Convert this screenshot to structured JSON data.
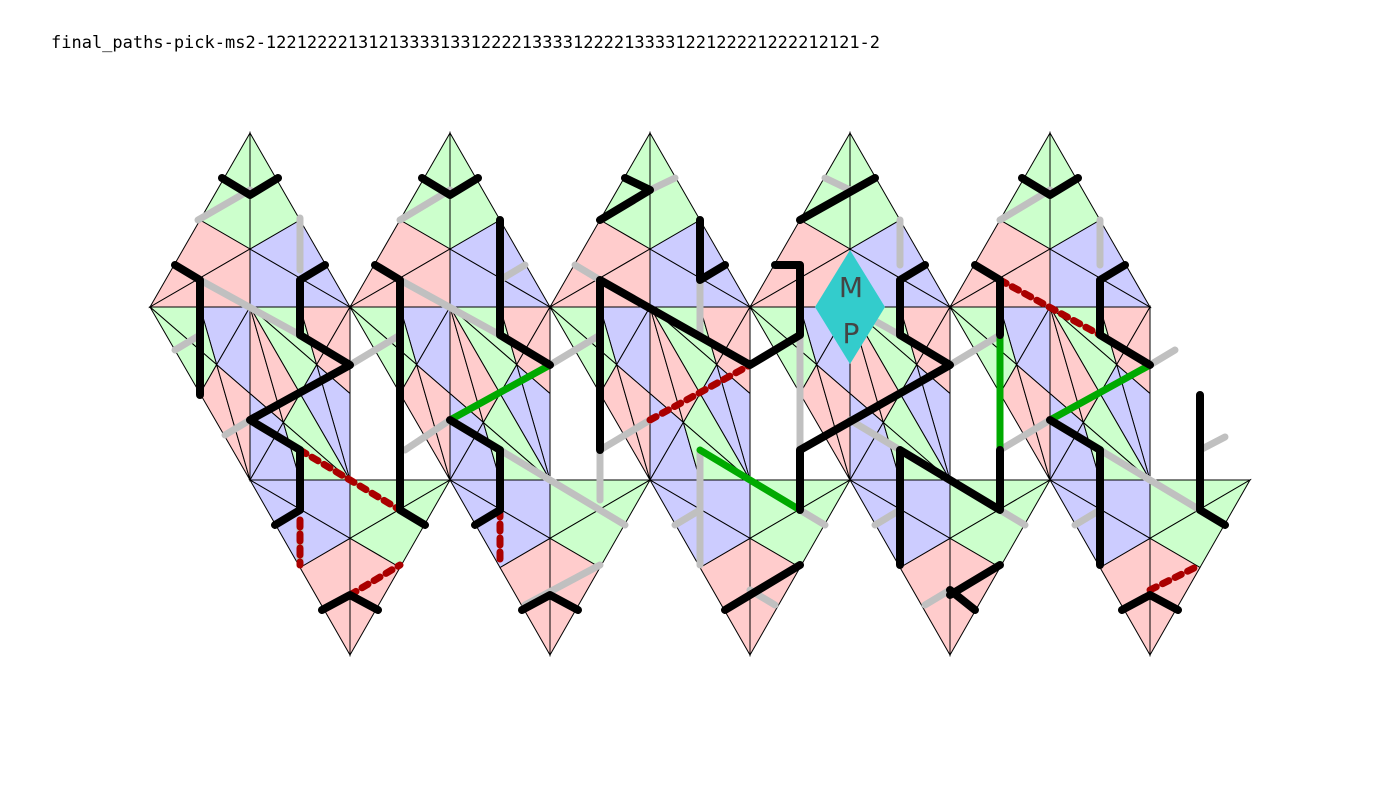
{
  "title": "final_paths-pick-ms2-1221222213121333313312222133331222213333122122221222212121-2",
  "colors": {
    "tile_green": "#ccffcc",
    "tile_pink": "#ffcccc",
    "tile_blue": "#ccccff",
    "highlight": "#33cccc",
    "path_black": "#000000",
    "path_gray": "#c0c0c0",
    "path_green": "#00aa00",
    "path_red_dashed": "#aa0000"
  },
  "marked_tile": {
    "upper_label": "M",
    "lower_label": "P"
  }
}
